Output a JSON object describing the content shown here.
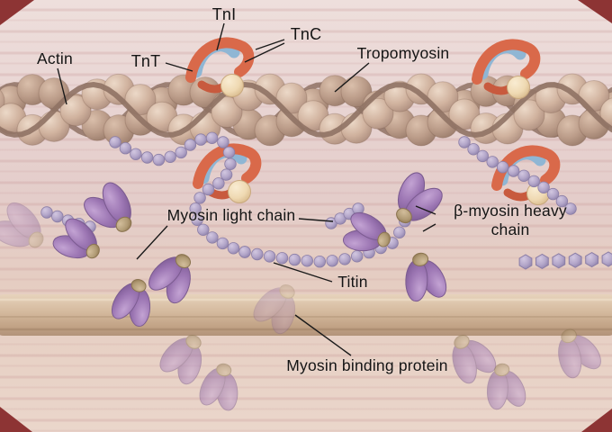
{
  "figure": {
    "labels": {
      "tni": "TnI",
      "tnc": "TnC",
      "tnt": "TnT",
      "actin": "Actin",
      "tropomyosin": "Tropomyosin",
      "myosin_light_chain": "Myosin light chain",
      "beta_myosin_heavy_chain": "β-myosin heavy chain",
      "titin": "Titin",
      "myosin_binding_protein": "Myosin binding protein"
    },
    "colors": {
      "background": "#e8d4d0",
      "stripe": "#d9bdbc",
      "actin_bead_light": "#d6bba8",
      "actin_bead_dark": "#bd9e8b",
      "tropomyosin_strand": "#8f7264",
      "troponin_blue": "#8fb6d4",
      "troponin_red": "#d9694a",
      "troponin_red_dark": "#c85a3e",
      "troponin_cream": "#f2debc",
      "myosin_bead": "#b3a6c9",
      "myosin_bead_edge": "#8b7ea6",
      "myosin_head": "#9d77b4",
      "myosin_head_edge": "#7b5b90",
      "myosin_neck": "#b09a74",
      "thick_filament": "#cdb094",
      "leader_line": "#1a1a1a",
      "corner": "#8d3434"
    }
  }
}
